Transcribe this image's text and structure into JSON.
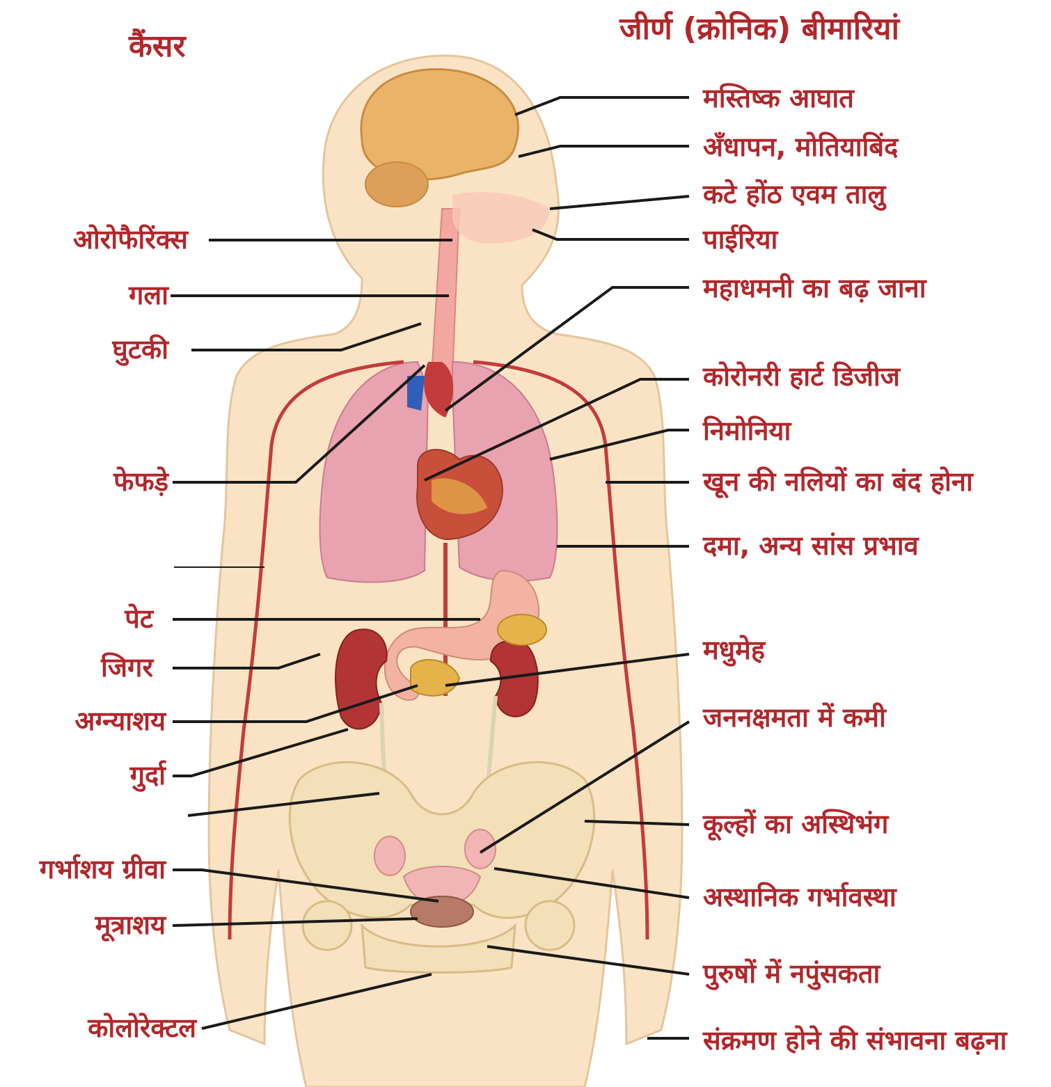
{
  "headings": {
    "cancer": "कैंसर",
    "chronic": "जीर्ण (क्रोनिक) बीमारियां"
  },
  "left_labels": [
    "ओरोफैरिंक्स",
    "गला",
    "घुटकी",
    "फेफड़े",
    "पेट",
    "जिगर",
    "अग्न्याशय",
    "गुर्दा",
    "गर्भाशय ग्रीवा",
    "मूत्राशय",
    "कोलोरेक्टल"
  ],
  "right_labels": [
    "मस्तिष्क आघात",
    "अँधापन, मोतियाबिंद",
    "कटे होंठ एवम तालु",
    "पाईरिया",
    "महाधमनी का बढ़ जाना",
    "कोरोनरी हार्ट डिजीज",
    "निमोनिया",
    "खून की नलियों का बंद होना",
    "दमा, अन्य सांस प्रभाव",
    "मधुमेह",
    "जननक्षमता में कमी",
    "कूल्हों का अस्थिभंग",
    "अस्थानिक गर्भावस्था",
    "पुरुषों में नपुंसकता",
    "संक्रमण होने की संभावना बढ़ना"
  ],
  "colors": {
    "label_text": "#b2262a",
    "leader_line": "#1a1a1a",
    "skin": "#f9e3c4",
    "skin_outline": "#e6c49c",
    "brain": "#e9b46a",
    "lungs": "#e8a2b0",
    "heart": "#c8503a",
    "artery": "#c43b3b",
    "vein": "#2f5fb8",
    "kidney": "#b23434",
    "stomach": "#f2b3a4",
    "pancreas": "#e6b24a",
    "bone": "#f3dfb8",
    "uterus": "#f1b6b4",
    "bladder": "#b87a68"
  }
}
